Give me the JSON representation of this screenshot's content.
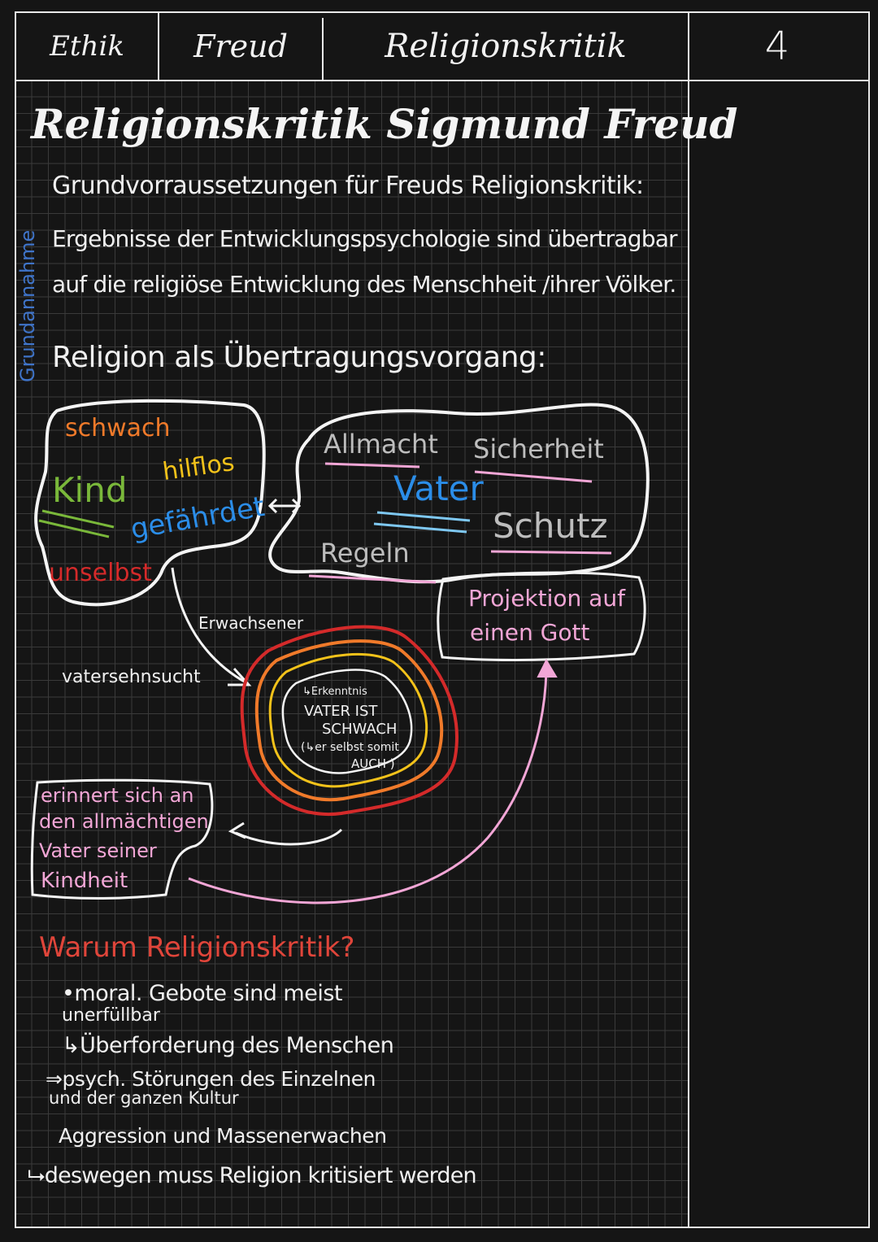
{
  "header": {
    "subject": "Ethik",
    "topic": "Freud",
    "unit": "Religionskritik",
    "page_number": "4"
  },
  "title": "Religionskritik Sigmund Freud",
  "side_label": "Grundannahme",
  "intro": {
    "heading": "Grundvorraussetzungen für Freuds Religionskritik:",
    "line1": "Ergebnisse der Entwicklungspsychologie sind übertragbar",
    "line2": "auf die religiöse Entwicklung des Menschheit /ihrer Völker."
  },
  "transfer_heading": "Religion als Übertragungsvorgang:",
  "child_cloud": {
    "schwach": "schwach",
    "kind": "Kind",
    "hilflos": "hilflos",
    "gefaehrdet": "gefährdet",
    "unselbst": "unselbst"
  },
  "father_cloud": {
    "allmacht": "Allmacht",
    "sicherheit": "Sicherheit",
    "vater": "Vater",
    "schutz": "Schutz",
    "regeln": "Regeln"
  },
  "projection": {
    "line1": "Projektion auf",
    "line2": "einen Gott"
  },
  "erwachsener": "Erwachsener",
  "vatersehnsucht": "vatersehnsucht",
  "center": {
    "l1": "↳Erkenntnis",
    "l2": "VATER IST",
    "l3": "SCHWACH",
    "l4": "(↳er selbst somit",
    "l5": "AUCH )"
  },
  "remember": {
    "l1": "erinnert sich an",
    "l2": "den allmächtigen",
    "l3": "Vater seiner",
    "l4": "Kindheit"
  },
  "warum": {
    "heading": "Warum Religionskritik?",
    "l1": "•moral. Gebote sind meist",
    "l2": "unerfüllbar",
    "l3": "↳Überforderung des Menschen",
    "l4": "⇒psych. Störungen des Einzelnen",
    "l5": "und der ganzen Kultur",
    "l6": "Aggression und Massenerwachen",
    "l7": "⮡deswegen muss Religion kritisiert werden"
  },
  "colors": {
    "orange": "#f07a2a",
    "green": "#7ab83a",
    "yellow": "#f2c21a",
    "blue": "#2b8de8",
    "red": "#d42a2a",
    "pink": "#f2a6d6",
    "lightblue": "#7ec8f2",
    "grey": "#bdbdbd"
  }
}
